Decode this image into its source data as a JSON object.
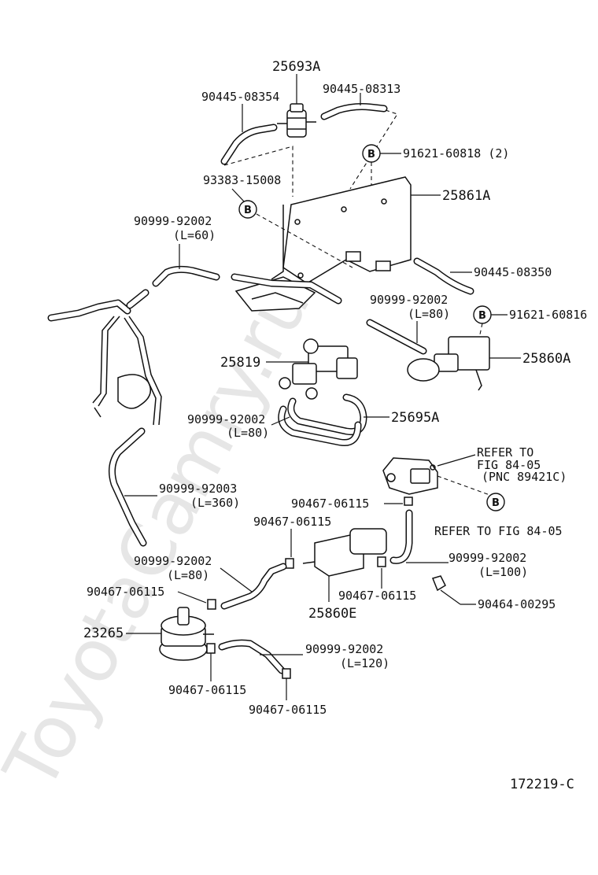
{
  "watermark": "ToyotaCamry.ru",
  "figure_id": "172219-C",
  "labels": {
    "p25693A": "25693A",
    "p90445_08354": "90445-08354",
    "p90445_08313": "90445-08313",
    "p91621_60818": "91621-60818 (2)",
    "p93383_15008": "93383-15008",
    "p25861A": "25861A",
    "p90999_92002_a": "90999-92002",
    "len_a": "(L=60)",
    "p90445_08350": "90445-08350",
    "p90999_92002_b": "90999-92002",
    "len_b": "(L=80)",
    "p91621_60816": "91621-60816",
    "p25819": "25819",
    "p25860A": "25860A",
    "p90999_92002_c": "90999-92002",
    "len_c": "(L=80)",
    "p25695A": "25695A",
    "refer1_l1": "REFER TO",
    "refer1_l2": "FIG 84-05",
    "refer1_l3": "(PNC 89421C)",
    "p90999_92003": "90999-92003",
    "len_d": "(L=360)",
    "p90467_06115_a": "90467-06115",
    "p90467_06115_b": "90467-06115",
    "refer2": "REFER TO FIG 84-05",
    "p90999_92002_d": "90999-92002",
    "len_e": "(L=80)",
    "p90999_92002_e": "90999-92002",
    "len_f": "(L=100)",
    "p90467_06115_c": "90467-06115",
    "p90467_06115_d": "90467-06115",
    "p90464_00295": "90464-00295",
    "p25860E": "25860E",
    "p23265": "23265",
    "p90999_92002_f": "90999-92002",
    "len_g": "(L=120)",
    "p90467_06115_e": "90467-06115",
    "p90467_06115_f": "90467-06115"
  },
  "badges": {
    "b1": "B",
    "b2": "B",
    "b3": "B",
    "b4": "B"
  }
}
